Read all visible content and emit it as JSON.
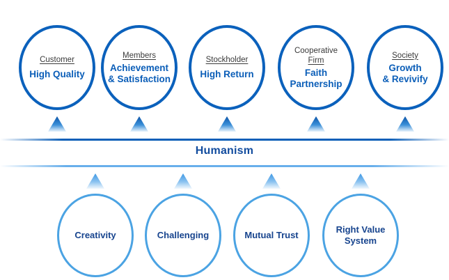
{
  "diagram": {
    "title": "Humanism stakeholder value diagram",
    "center_band": {
      "label": "Humanism",
      "label_color": "#124C9E",
      "top_line_color": "#0D5FB8",
      "bottom_line_color": "#68AFEB"
    },
    "top_row": {
      "circle_stroke_color": "#0B61BC",
      "stakeholder_text_color": "#3A3A3A",
      "benefit_text_color": "#0B5EB8",
      "arrow_color_top": "#1463B0",
      "items": [
        {
          "stakeholder": "Customer",
          "stakeholder_underlined": true,
          "benefit": "High Quality"
        },
        {
          "stakeholder": "Members",
          "stakeholder_underlined": true,
          "benefit": "Achievement\n& Satisfaction"
        },
        {
          "stakeholder": "Stockholder",
          "stakeholder_underlined": true,
          "benefit": "High Return"
        },
        {
          "stakeholder": "Cooperative",
          "stakeholder_line2": "Firm",
          "stakeholder_underlined": false,
          "stakeholder_line2_underlined": true,
          "benefit": "Faith\nPartnership"
        },
        {
          "stakeholder": "Society",
          "stakeholder_underlined": true,
          "benefit": "Growth\n& Revivify"
        }
      ]
    },
    "bottom_row": {
      "circle_stroke_color": "#4BA3E3",
      "label_text_color": "#17448E",
      "arrow_color_top": "#54A8EC",
      "items": [
        {
          "label": "Creativity"
        },
        {
          "label": "Challenging"
        },
        {
          "label": "Mutual Trust"
        },
        {
          "label": "Right Value\nSystem"
        }
      ]
    }
  }
}
